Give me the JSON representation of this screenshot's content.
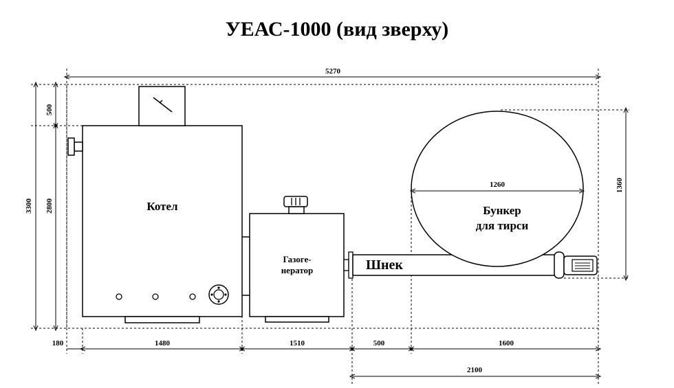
{
  "title": "УЕАС-1000 (вид зверху)",
  "labels": {
    "boiler": "Котел",
    "gasifier_line1": "Газоге-",
    "gasifier_line2": "нератор",
    "auger": "Шнек",
    "bunker_line1": "Бункер",
    "bunker_line2": "для тирси"
  },
  "dimensions": {
    "total_width": "5270",
    "total_depth": "3300",
    "top_offset": "500",
    "boiler_depth": "2800",
    "left_offset": "180",
    "boiler_width": "1480",
    "gasifier_width": "1510",
    "gap": "500",
    "auger_length": "1600",
    "auger_total": "2100",
    "bunker_diameter_h": "1260",
    "bunker_diameter_v": "1360"
  },
  "colors": {
    "line": "#000000",
    "background": "#ffffff"
  }
}
